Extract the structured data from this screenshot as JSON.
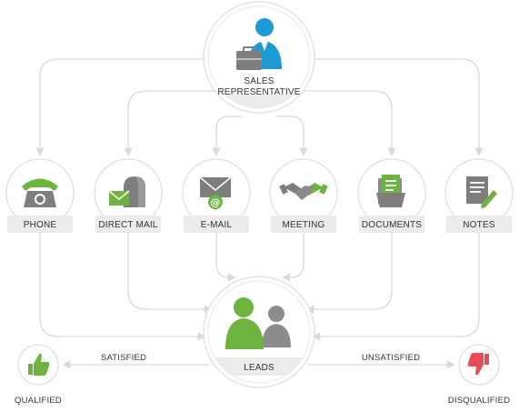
{
  "colors": {
    "green": "#6cb33f",
    "blue": "#1e9ad6",
    "grey": "#8c8c8c",
    "red": "#e84c5a",
    "connector": "#d9d9d9",
    "label_band": "#ebebeb"
  },
  "center": {
    "title_line1": "SALES",
    "title_line2": "REPRESENTATIVE",
    "icon": "businessman-briefcase-icon"
  },
  "channels": [
    {
      "label": "PHONE",
      "icon": "telephone-icon"
    },
    {
      "label": "DIRECT MAIL",
      "icon": "mailbox-icon"
    },
    {
      "label": "E-MAIL",
      "icon": "email-envelope-icon"
    },
    {
      "label": "MEETING",
      "icon": "handshake-icon"
    },
    {
      "label": "DOCUMENTS",
      "icon": "documents-folder-icon"
    },
    {
      "label": "NOTES",
      "icon": "notes-pencil-icon"
    }
  ],
  "leads": {
    "label": "LEADS",
    "icon": "people-group-icon"
  },
  "outcomes": {
    "satisfied": "SATISFIED",
    "unsatisfied": "UNSATISFIED",
    "qualified": "QUALIFIED",
    "disqualified": "DISQUALIFIED",
    "qualified_icon": "thumbs-up-icon",
    "disqualified_icon": "thumbs-down-icon"
  }
}
